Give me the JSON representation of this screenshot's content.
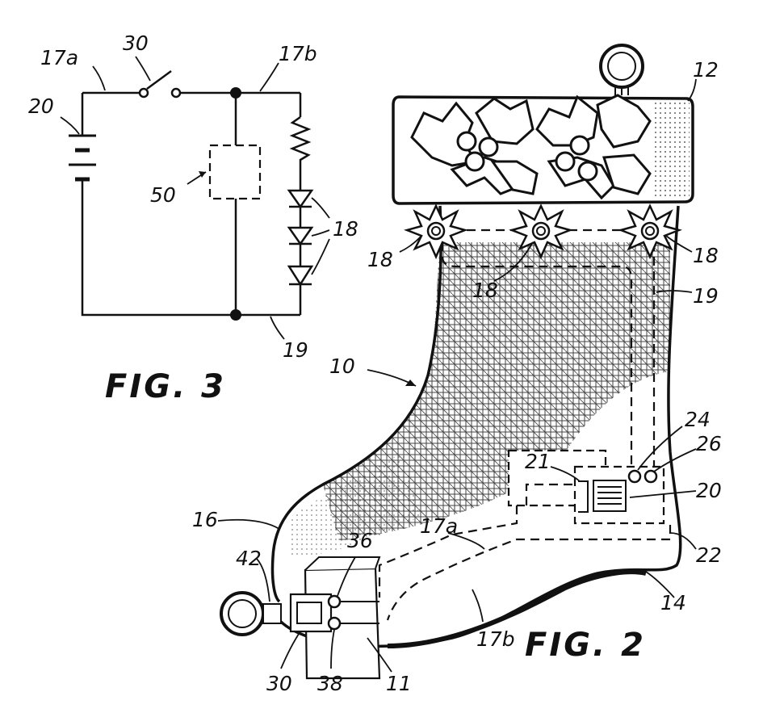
{
  "fig3": {
    "title": "FIG. 3",
    "labels": {
      "wire_a": "17a",
      "switch": "30",
      "wire_b": "17b",
      "battery": "20",
      "module": "50",
      "leds": "18",
      "return_wire": "19"
    }
  },
  "fig2": {
    "title": "FIG. 2",
    "labels": {
      "stocking": "10",
      "cuff": "12",
      "light_left": "18",
      "light_middle": "18",
      "light_right": "18",
      "return_wire": "19",
      "contact_24": "24",
      "contact_26": "26",
      "battery_holder": "21",
      "battery": "20",
      "compartment": "22",
      "heel": "14",
      "toe": "16",
      "ring_mount": "42",
      "screw_36": "36",
      "wire_a": "17a",
      "wire_b": "17b",
      "switch": "30",
      "screw_38": "38",
      "switch_housing": "11"
    }
  }
}
